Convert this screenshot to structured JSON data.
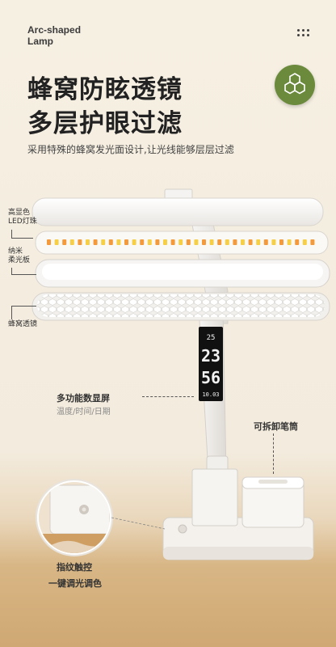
{
  "header": {
    "brand": "Arc-shaped\nLamp",
    "menu_icon": "three-dots-grid-icon",
    "headline_line1": "蜂窝防眩透镜",
    "headline_line2": "多层护眼过滤",
    "badge_icon": "hexagon-honeycomb-icon",
    "subtitle": "采用特殊的蜂窝发光面设计,让光线能够层层过滤"
  },
  "layers": {
    "led_label": "高显色\nLED灯珠",
    "softboard_label": "纳米\n柔光板",
    "lens_label": "蜂窝透镜"
  },
  "display": {
    "title": "多功能数显屏",
    "subtitle": "温度/时间/日期",
    "temp": "25",
    "hour": "23",
    "minute": "56",
    "date": "10.03"
  },
  "penholder": {
    "label": "可拆卸笔筒"
  },
  "touch": {
    "label1": "指纹触控",
    "label2": "一键调光调色"
  },
  "colors": {
    "accent_green": "#6b8a3c",
    "led_orange": "#f59a3a",
    "led_yellow": "#f6cf45",
    "base_white": "#f4f1ec",
    "desk": "#d3ad78"
  }
}
